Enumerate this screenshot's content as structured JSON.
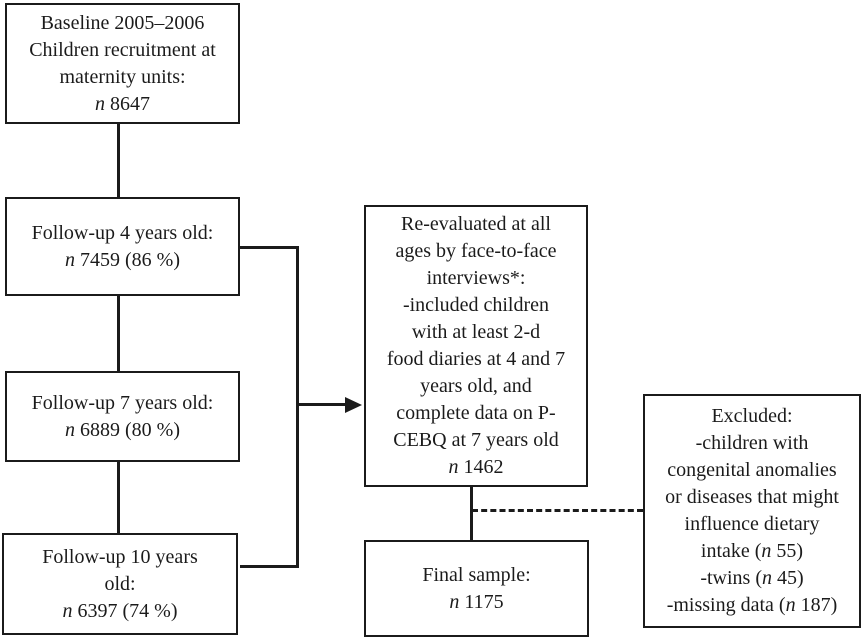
{
  "figure": {
    "background": "#ffffff",
    "line_color": "#1b1b1b",
    "type": "flowchart"
  },
  "boxes": {
    "baseline": {
      "lines": [
        "Baseline 2005–2006",
        "Children recruitment at",
        "maternity units:"
      ],
      "n": {
        "label": "n",
        "value": " 8647"
      }
    },
    "followup4": {
      "lines": [
        "Follow-up 4 years old:"
      ],
      "n": {
        "label": "n",
        "value": " 7459 (86 %)"
      }
    },
    "followup7": {
      "lines": [
        "Follow-up 7 years old:"
      ],
      "n": {
        "label": "n",
        "value": " 6889 (80 %)"
      }
    },
    "followup10": {
      "lines": [
        "Follow-up 10 years",
        "old:"
      ],
      "n": {
        "label": "n",
        "value": " 6397 (74 %)"
      }
    },
    "reevaluated": {
      "lines": [
        "Re-evaluated at all",
        "ages by face-to-face",
        "interviews*:",
        "-included children",
        "with at least 2-d",
        "food diaries at 4 and 7",
        "years old, and",
        "complete data on P-",
        "CEBQ at 7 years old"
      ],
      "n": {
        "label": "n",
        "value": " 1462"
      }
    },
    "final": {
      "lines": [
        "Final sample:"
      ],
      "n": {
        "label": "n",
        "value": " 1175"
      }
    },
    "excluded": {
      "lines": [
        "Excluded:",
        "-children with",
        "congenital anomalies",
        "or diseases that might",
        "influence dietary"
      ],
      "intake": {
        "prefix": "intake (",
        "n": "n",
        "suffix": " 55)"
      },
      "twins": {
        "prefix": "-twins (",
        "n": "n",
        "suffix": " 45)"
      },
      "missing": {
        "prefix": "-missing data (",
        "n": "n",
        "suffix": " 187)"
      }
    }
  }
}
